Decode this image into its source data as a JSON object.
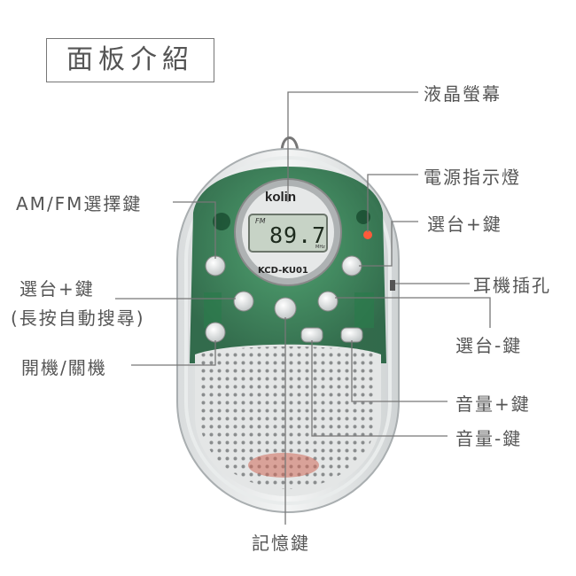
{
  "title": "面板介紹",
  "device": {
    "brand": "kolin",
    "model": "KCD-KU01",
    "lcd_band": "FM",
    "lcd_frequency": "89.7",
    "lcd_unit": "MHz"
  },
  "labels": {
    "lcd_screen": "液晶螢幕",
    "power_indicator": "電源指示燈",
    "am_fm_select": "AM/FM選擇鍵",
    "tune_up_right": "選台+鍵",
    "earphone_jack": "耳機插孔",
    "tune_up_left_1": "選台+鍵",
    "tune_up_left_2": "(長按自動搜尋)",
    "tune_down": "選台-鍵",
    "power_switch": "開機/關機",
    "volume_up": "音量+鍵",
    "volume_down": "音量-鍵",
    "memory": "記憶鍵"
  }
}
